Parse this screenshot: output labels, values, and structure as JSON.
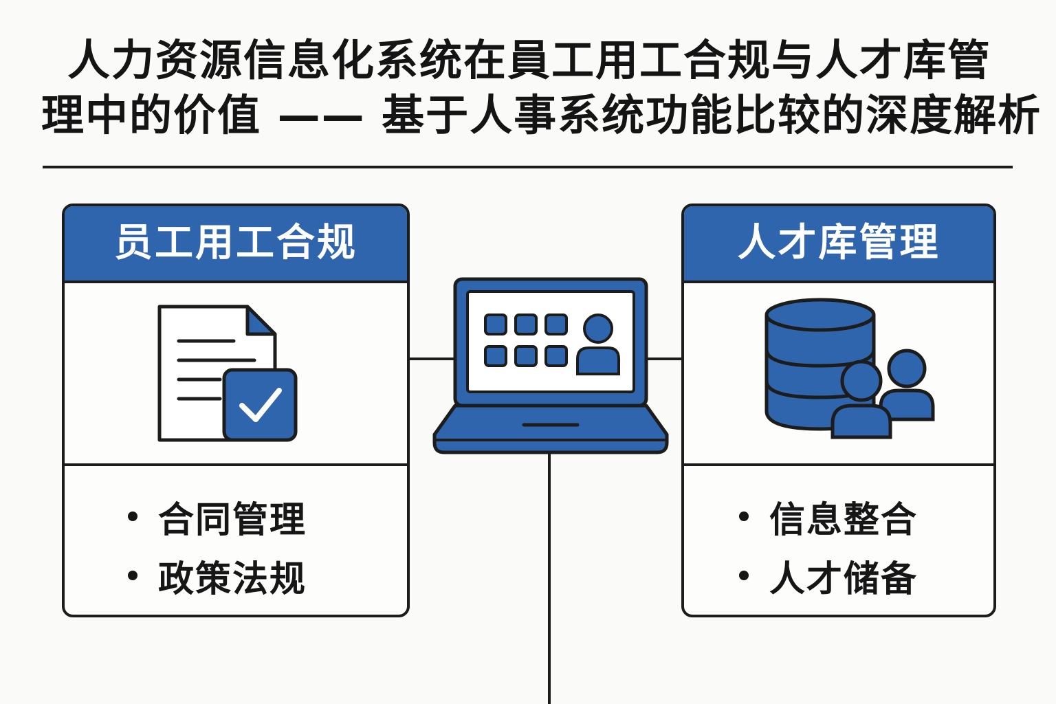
{
  "title": {
    "line1": "人力资源信息化系统在員工用工合规与人才库管",
    "line2": "理中的价值 —— 基于人事系统功能比较的深度解析"
  },
  "left_panel": {
    "header": "员工用工合规",
    "icon": "document-check-icon",
    "items": [
      "合同管理",
      "政策法规"
    ]
  },
  "center": {
    "icon": "laptop-dashboard-icon"
  },
  "right_panel": {
    "header": "人才库管理",
    "icon": "database-people-icon",
    "items": [
      "信息整合",
      "人才储备"
    ]
  },
  "colors": {
    "accent": "#2f65ad",
    "stroke": "#1c1c1c",
    "background": "#fafaf8"
  }
}
